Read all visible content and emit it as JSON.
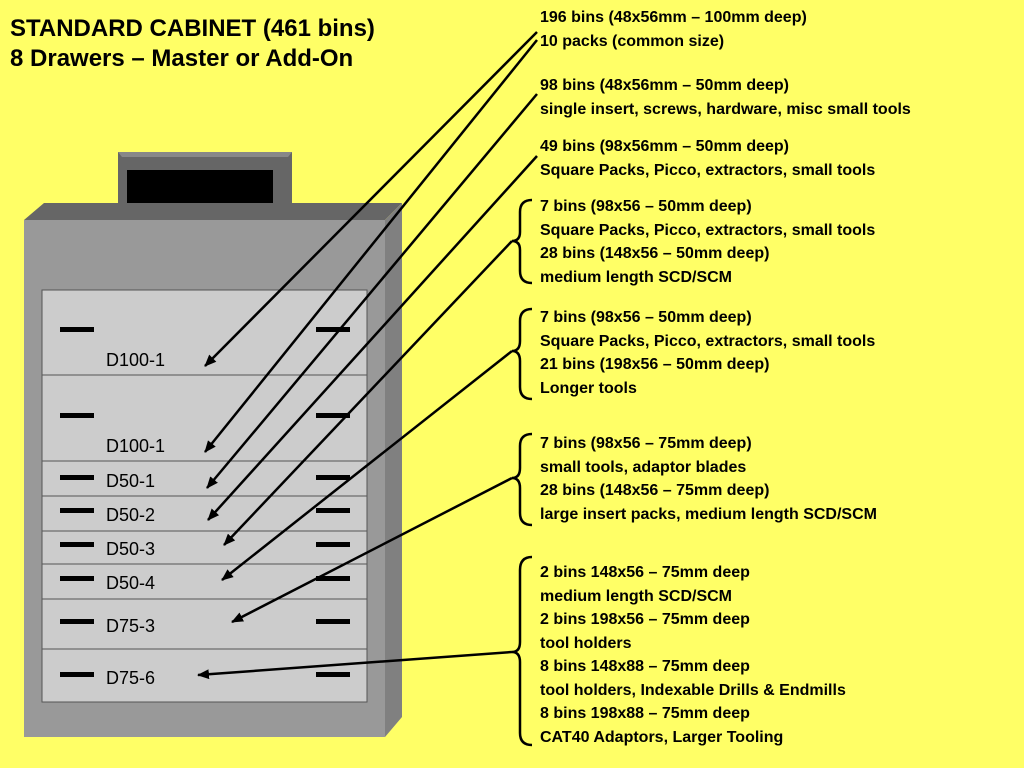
{
  "title": {
    "line1": "STANDARD CABINET (461 bins)",
    "line2": "8 Drawers – Master or Add-On"
  },
  "colors": {
    "background": "#ffff66",
    "cabinet_front": "#999999",
    "cabinet_side": "#808080",
    "cabinet_top": "#666666",
    "drawer_face": "#cccccc",
    "monitor_screen": "#000000"
  },
  "drawers": [
    {
      "label": "D100-1"
    },
    {
      "label": "D100-1"
    },
    {
      "label": "D50-1"
    },
    {
      "label": "D50-2"
    },
    {
      "label": "D50-3"
    },
    {
      "label": "D50-4"
    },
    {
      "label": "D75-3"
    },
    {
      "label": "D75-6"
    }
  ],
  "descriptions": [
    {
      "lines": [
        "196 bins (48x56mm – 100mm deep)",
        "10 packs (common size)"
      ]
    },
    {
      "lines": [
        "98 bins (48x56mm – 50mm deep)",
        "single insert, screws, hardware, misc small tools"
      ]
    },
    {
      "lines": [
        "49 bins (98x56mm – 50mm deep)",
        "Square Packs, Picco, extractors, small tools"
      ]
    },
    {
      "lines": [
        "7 bins (98x56 – 50mm deep)",
        "Square Packs, Picco, extractors, small tools",
        "28 bins (148x56 – 50mm deep)",
        "medium length SCD/SCM"
      ]
    },
    {
      "lines": [
        "7 bins (98x56 – 50mm deep)",
        "Square Packs, Picco, extractors, small tools",
        "21 bins (198x56 – 50mm deep)",
        "Longer tools"
      ]
    },
    {
      "lines": [
        "7 bins (98x56 – 75mm deep)",
        "small tools, adaptor blades",
        "28 bins (148x56 – 75mm deep)",
        "large insert packs, medium length SCD/SCM"
      ]
    },
    {
      "lines": [
        "2 bins 148x56 – 75mm deep",
        "medium length SCD/SCM",
        "2 bins 198x56 – 75mm deep",
        "tool holders",
        "8 bins 148x88 – 75mm deep",
        "tool holders, Indexable Drills & Endmills",
        "8 bins 198x88 – 75mm deep",
        "CAT40 Adaptors, Larger Tooling"
      ]
    }
  ]
}
